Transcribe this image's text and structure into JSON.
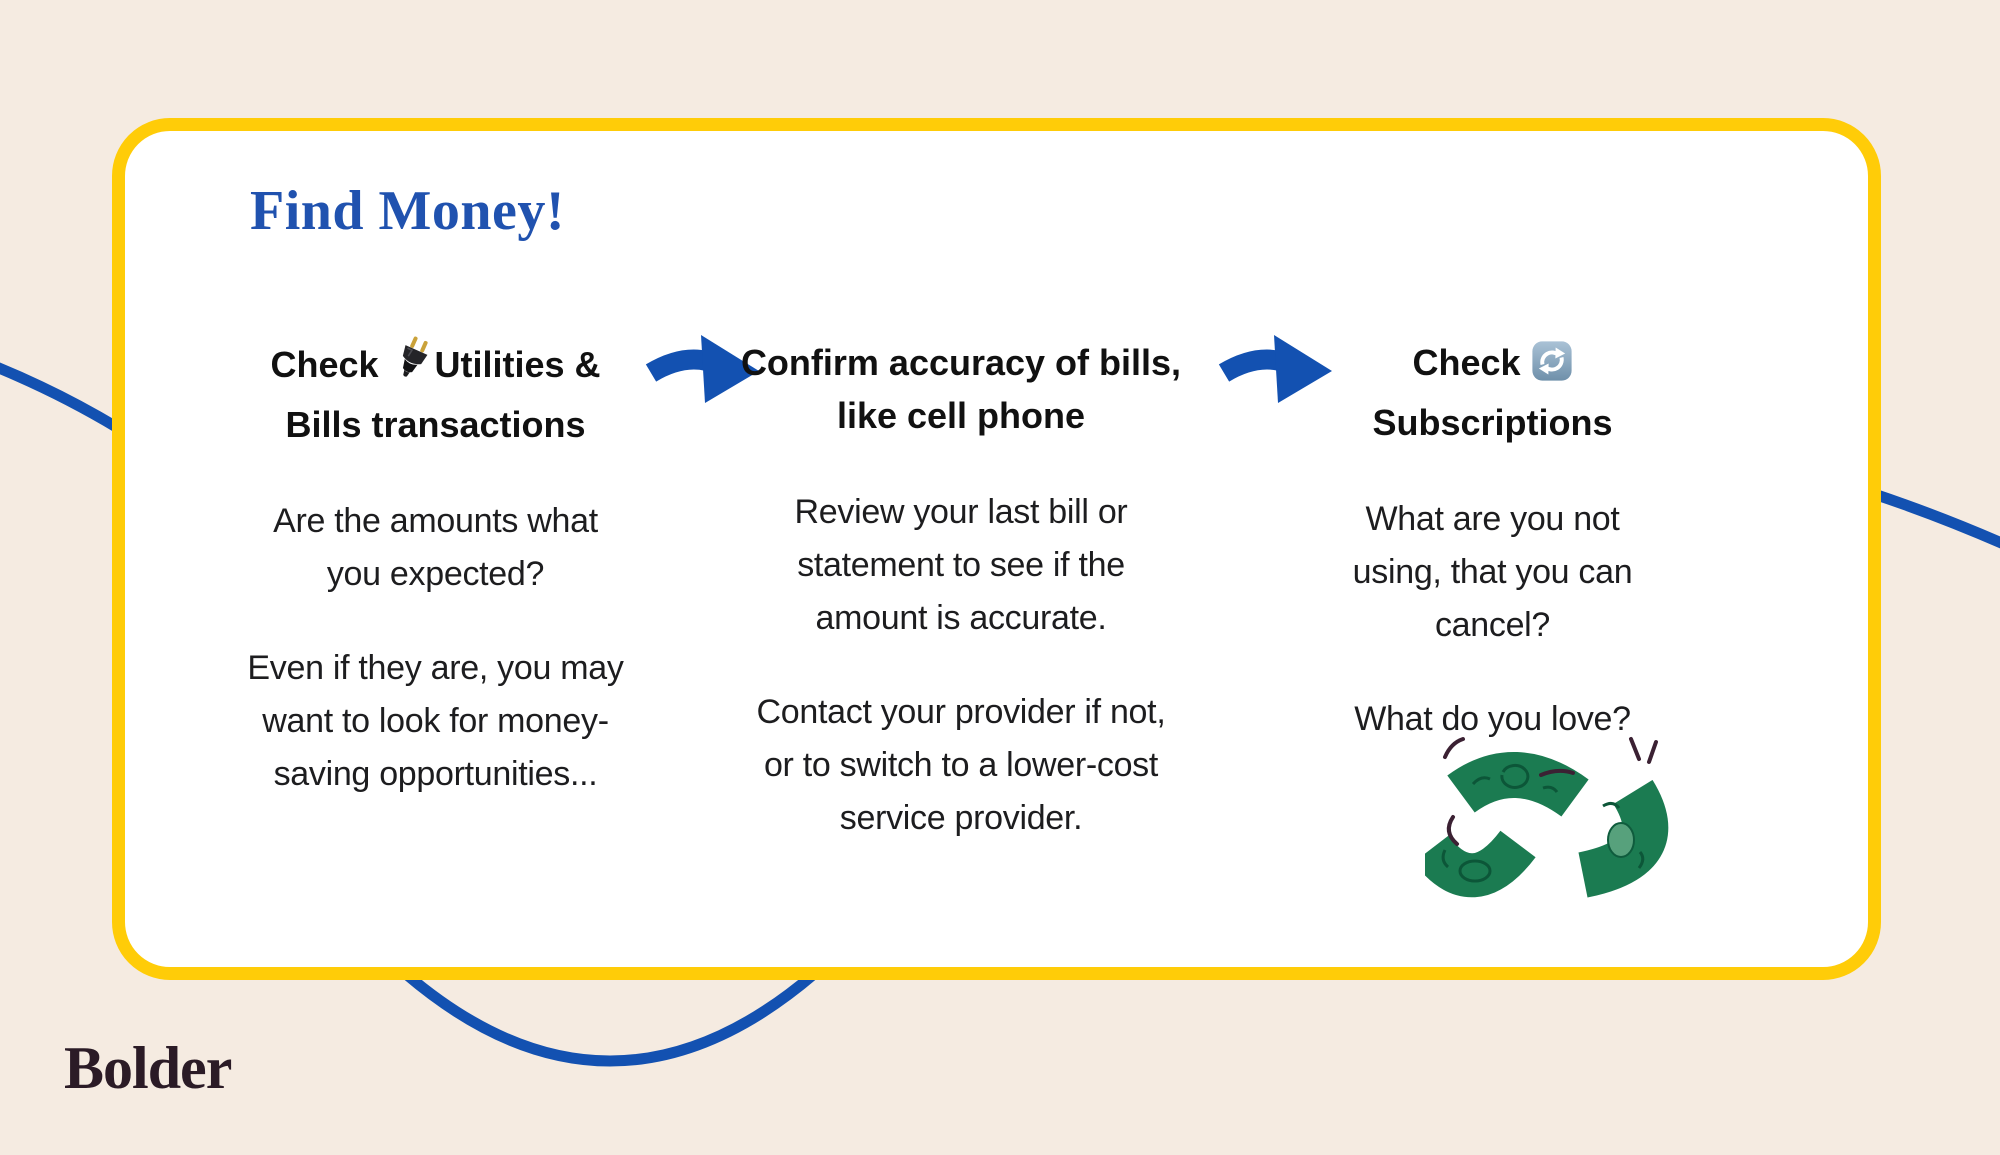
{
  "colors": {
    "background": "#f5ebe1",
    "card_border_yellow": "#ffcc08",
    "card_background": "#ffffff",
    "title_blue": "#2052af",
    "accent_blue": "#1351b1",
    "heading_text": "#111111",
    "body_text": "#1d1d1f",
    "money_green": "#1b7b51",
    "logo_color": "#2b1b26"
  },
  "card": {
    "title": "Find Money!"
  },
  "columns": [
    {
      "heading_pre": "Check ",
      "heading_icon": "plug-icon",
      "heading_icon_char": "🔌",
      "heading_post": "Utilities & Bills transactions",
      "paragraphs": [
        "Are the amounts what you expected?",
        "Even if they are,  you may want to look for money-saving opportunities..."
      ]
    },
    {
      "heading_pre": "",
      "heading_icon": null,
      "heading_post": "Confirm accuracy of bills, like cell phone",
      "paragraphs": [
        "Review your last bill or statement to see if the amount is accurate.",
        "Contact your provider if not, or to switch to a lower-cost service provider."
      ]
    },
    {
      "heading_pre": "Check ",
      "heading_icon": "repeat-icon",
      "heading_icon_char": "🔁",
      "heading_post": "Subscriptions",
      "paragraphs": [
        "What are you not using, that you can cancel?",
        "What do you love?"
      ]
    }
  ],
  "icons": {
    "between_columns": "arrow-right-icon",
    "column1_heading": "plug-icon",
    "column3_heading": "repeat-icon",
    "column3_illustration": "money-bills-illustration",
    "background_decoration": "blue-curve-lines"
  },
  "footer": {
    "logo": "Bolder"
  }
}
